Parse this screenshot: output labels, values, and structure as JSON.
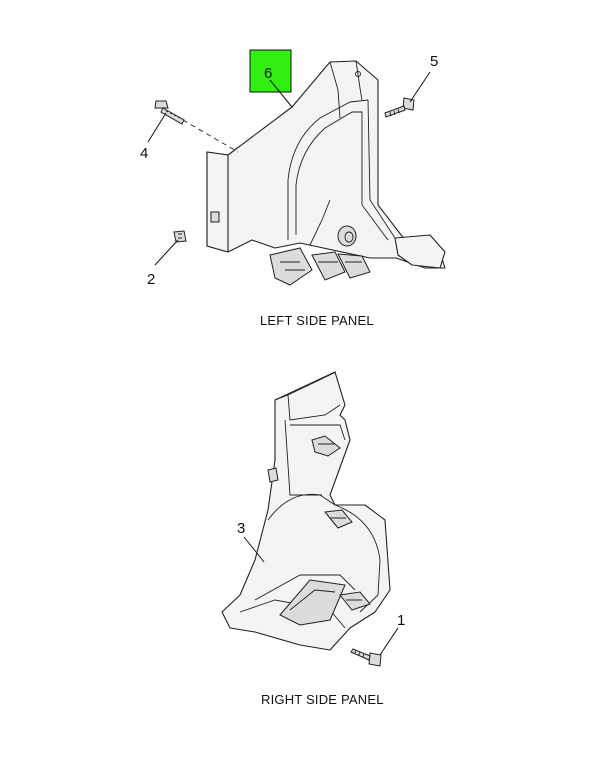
{
  "captions": {
    "left_panel": "LEFT SIDE PANEL",
    "right_panel": "RIGHT SIDE PANEL"
  },
  "callouts": {
    "c1": "1",
    "c2": "2",
    "c3": "3",
    "c4": "4",
    "c5": "5",
    "c6": "6"
  },
  "highlight_color": "#33ee11"
}
